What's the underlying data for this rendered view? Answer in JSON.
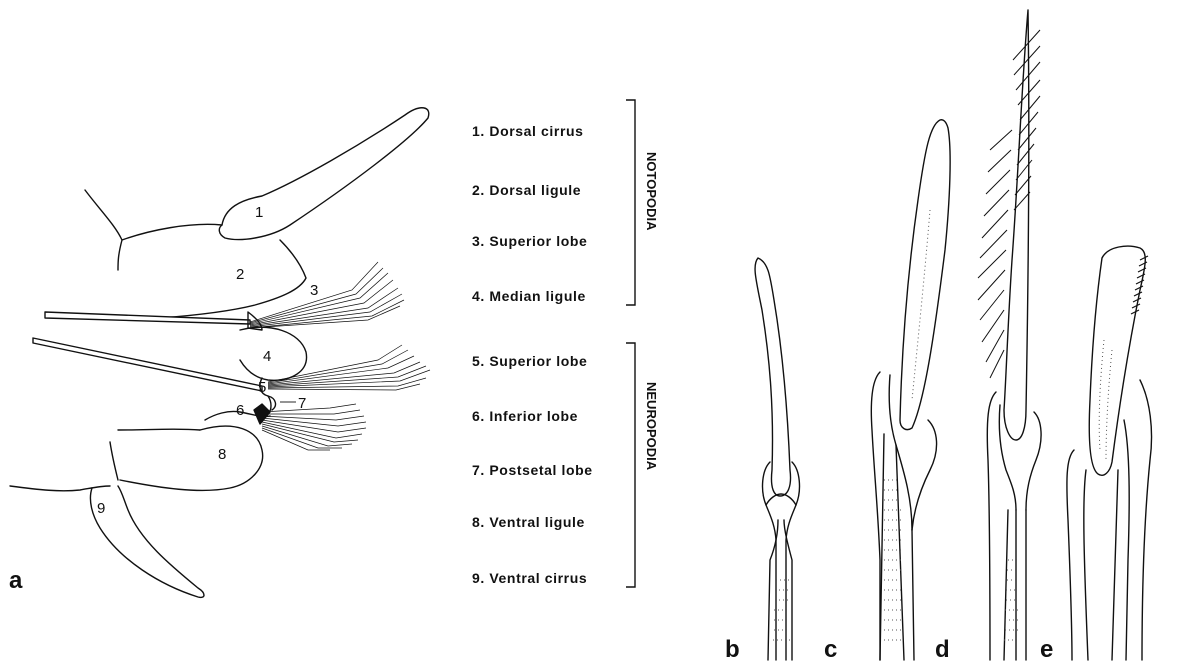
{
  "parts": [
    {
      "num": "1",
      "label": "1. Dorsal cirrus"
    },
    {
      "num": "2",
      "label": "2. Dorsal ligule"
    },
    {
      "num": "3",
      "label": "3. Superior lobe"
    },
    {
      "num": "4",
      "label": "4. Median ligule"
    },
    {
      "num": "5",
      "label": "5. Superior lobe"
    },
    {
      "num": "6",
      "label": "6. Inferior lobe"
    },
    {
      "num": "7",
      "label": "7. Postsetal lobe"
    },
    {
      "num": "8",
      "label": "8. Ventral ligule"
    },
    {
      "num": "9",
      "label": "9. Ventral cirrus"
    }
  ],
  "groups": {
    "notopodia": "NOTOPODIA",
    "neuropodia": "NEUROPODIA"
  },
  "panels": [
    "a",
    "b",
    "c",
    "d",
    "e"
  ]
}
